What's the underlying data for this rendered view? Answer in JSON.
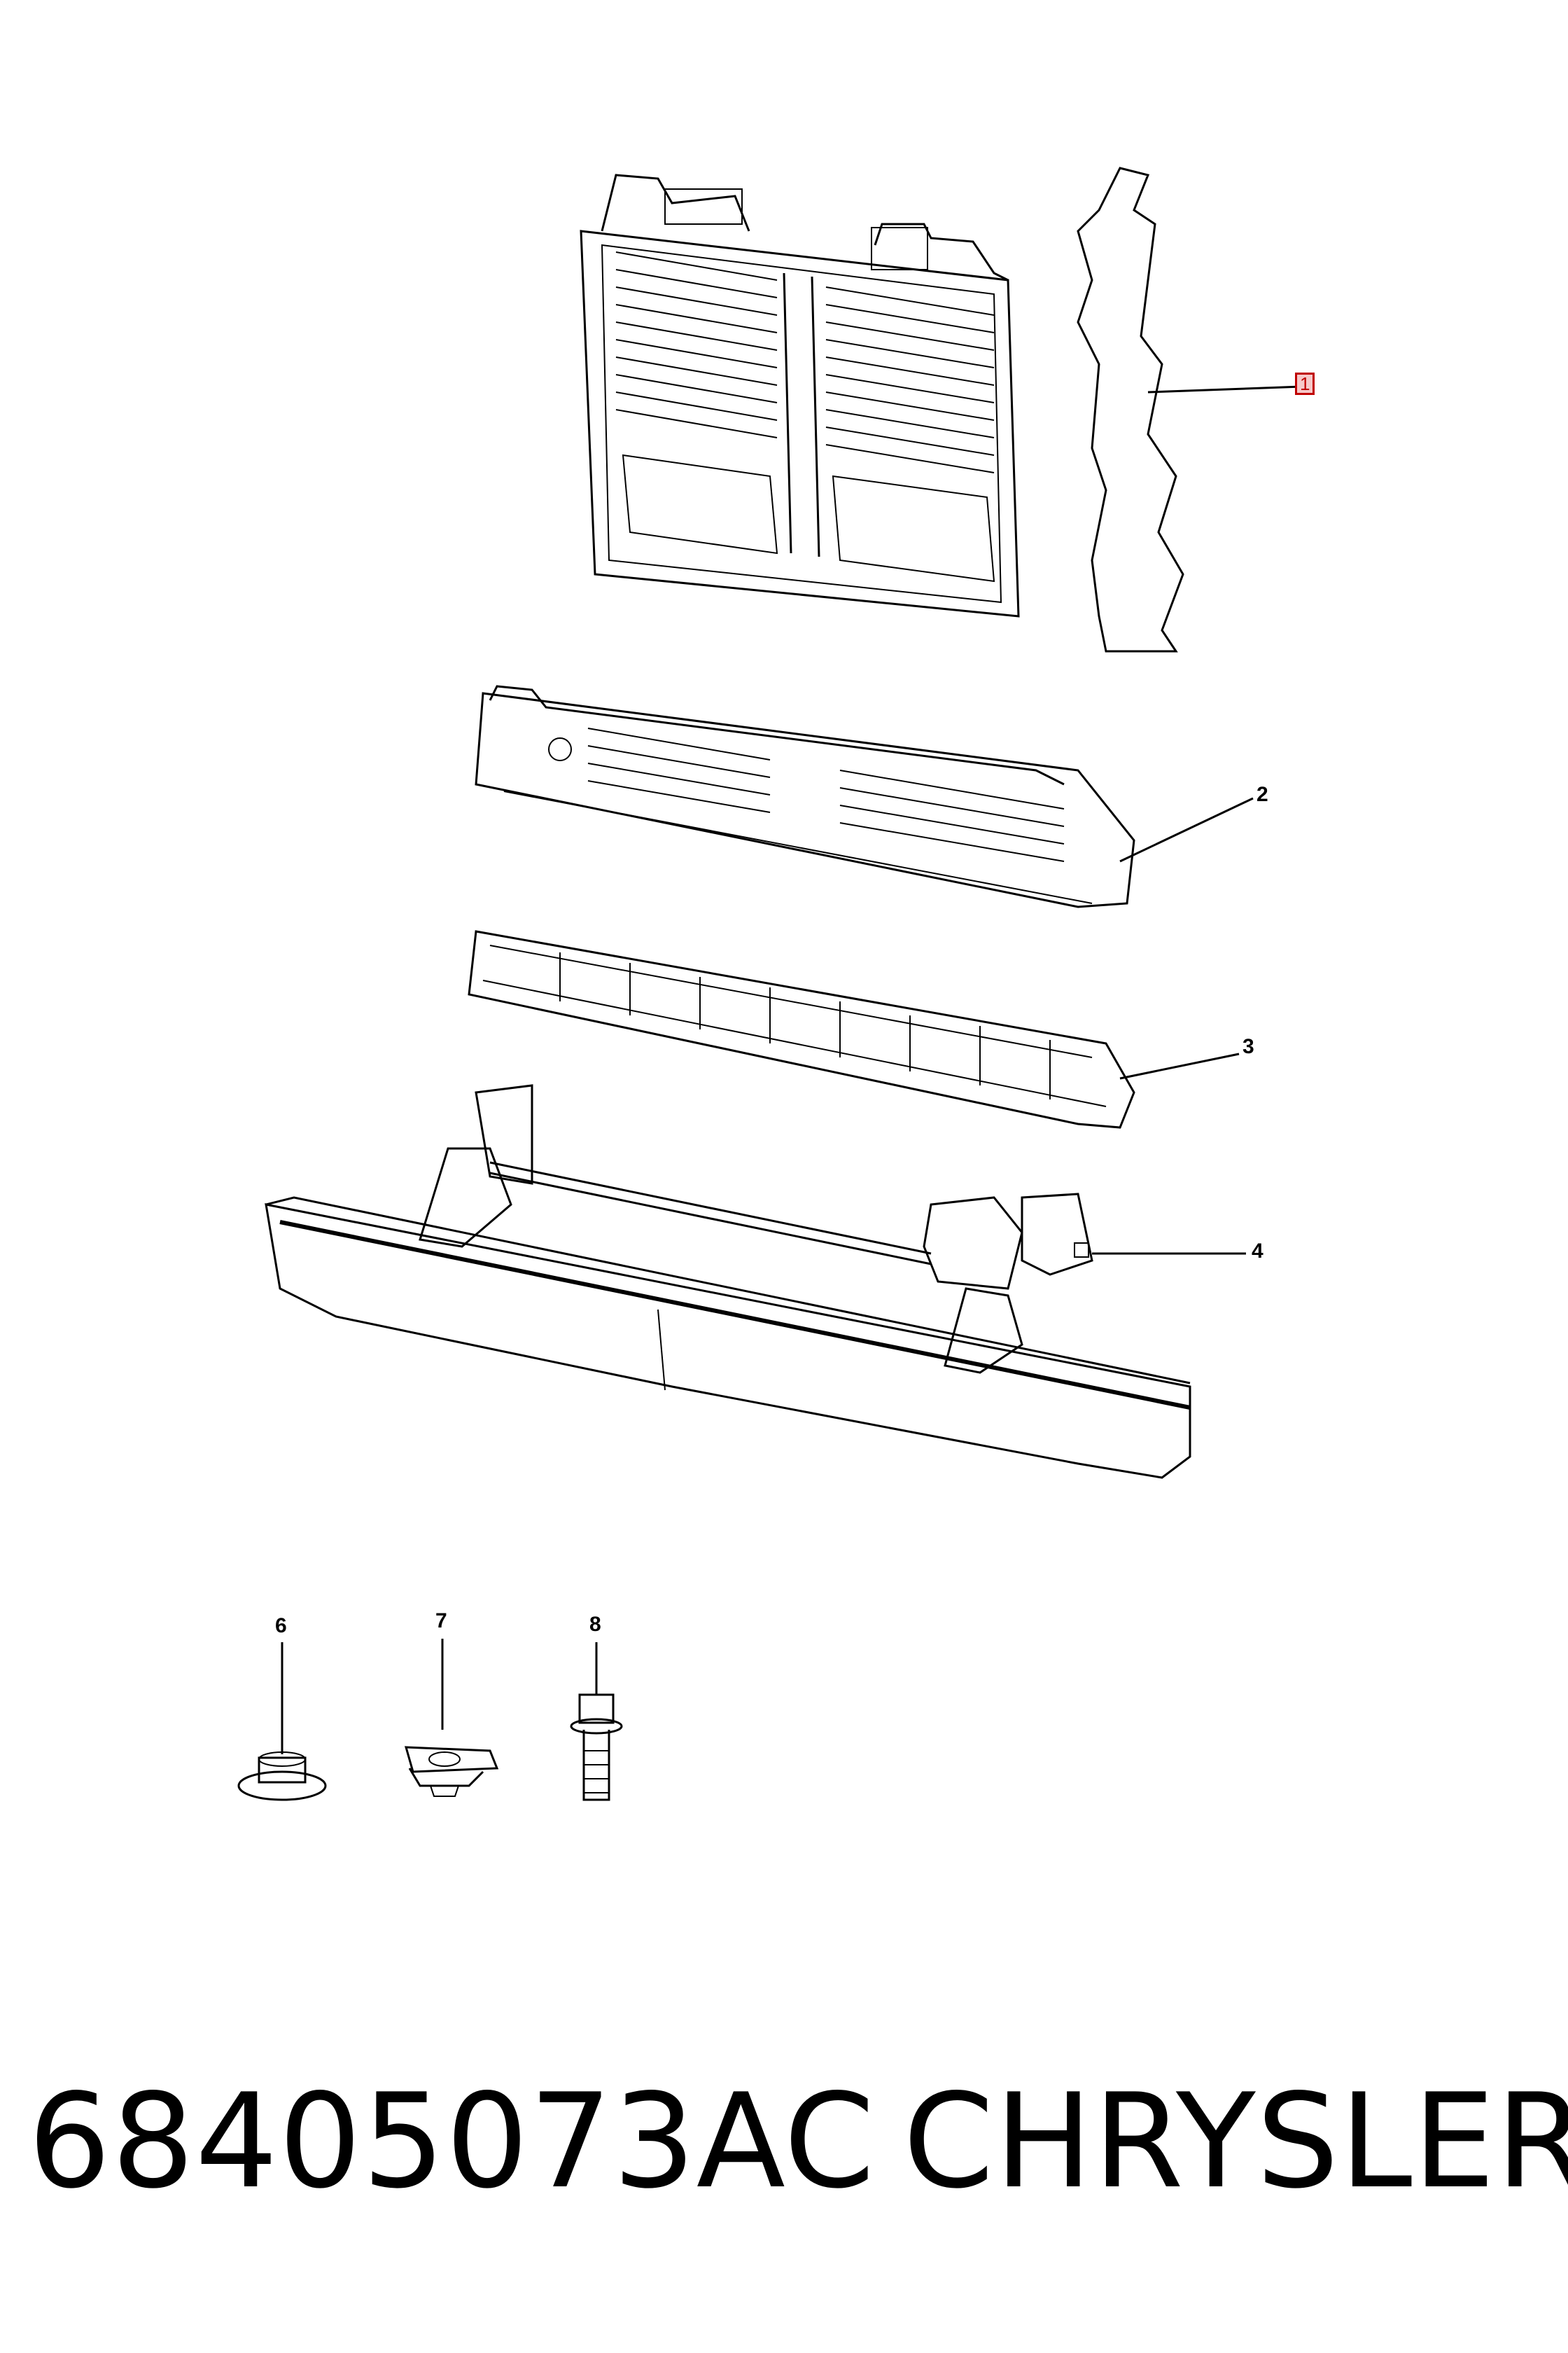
{
  "callouts": {
    "c1": "1",
    "c2": "2",
    "c3": "3",
    "c4": "4",
    "c6": "6",
    "c7": "7",
    "c8": "8"
  },
  "footer": {
    "part_number": "68405073AC",
    "brand": "CHRYSLER"
  },
  "colors": {
    "line": "#000000",
    "highlight_border": "#c00000",
    "highlight_fill": "#f6c9c9"
  }
}
